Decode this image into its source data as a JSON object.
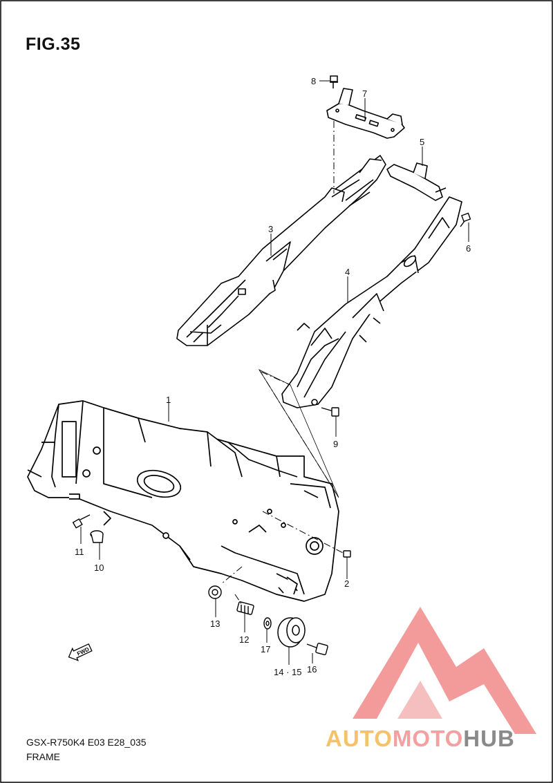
{
  "figure": {
    "title": "FIG.35",
    "model_code": "GSX-R750K4 E03 E28_035",
    "name": "FRAME"
  },
  "callouts": [
    {
      "label": "1"
    },
    {
      "label": "2"
    },
    {
      "label": "3"
    },
    {
      "label": "4"
    },
    {
      "label": "5"
    },
    {
      "label": "6"
    },
    {
      "label": "7"
    },
    {
      "label": "8"
    },
    {
      "label": "9"
    },
    {
      "label": "10"
    },
    {
      "label": "11"
    },
    {
      "label": "12"
    },
    {
      "label": "13"
    },
    {
      "label": "14 · 15"
    },
    {
      "label": "16"
    },
    {
      "label": "17"
    }
  ],
  "fwd_arrow": "FWD",
  "watermark": {
    "part1": "AUTO",
    "part2": "MOTO",
    "part3": "HUB",
    "colors": {
      "part1": "#f5c169",
      "part2": "#f4a0a0",
      "part3": "#8a8a8a",
      "logo": "#f28a8a"
    }
  }
}
